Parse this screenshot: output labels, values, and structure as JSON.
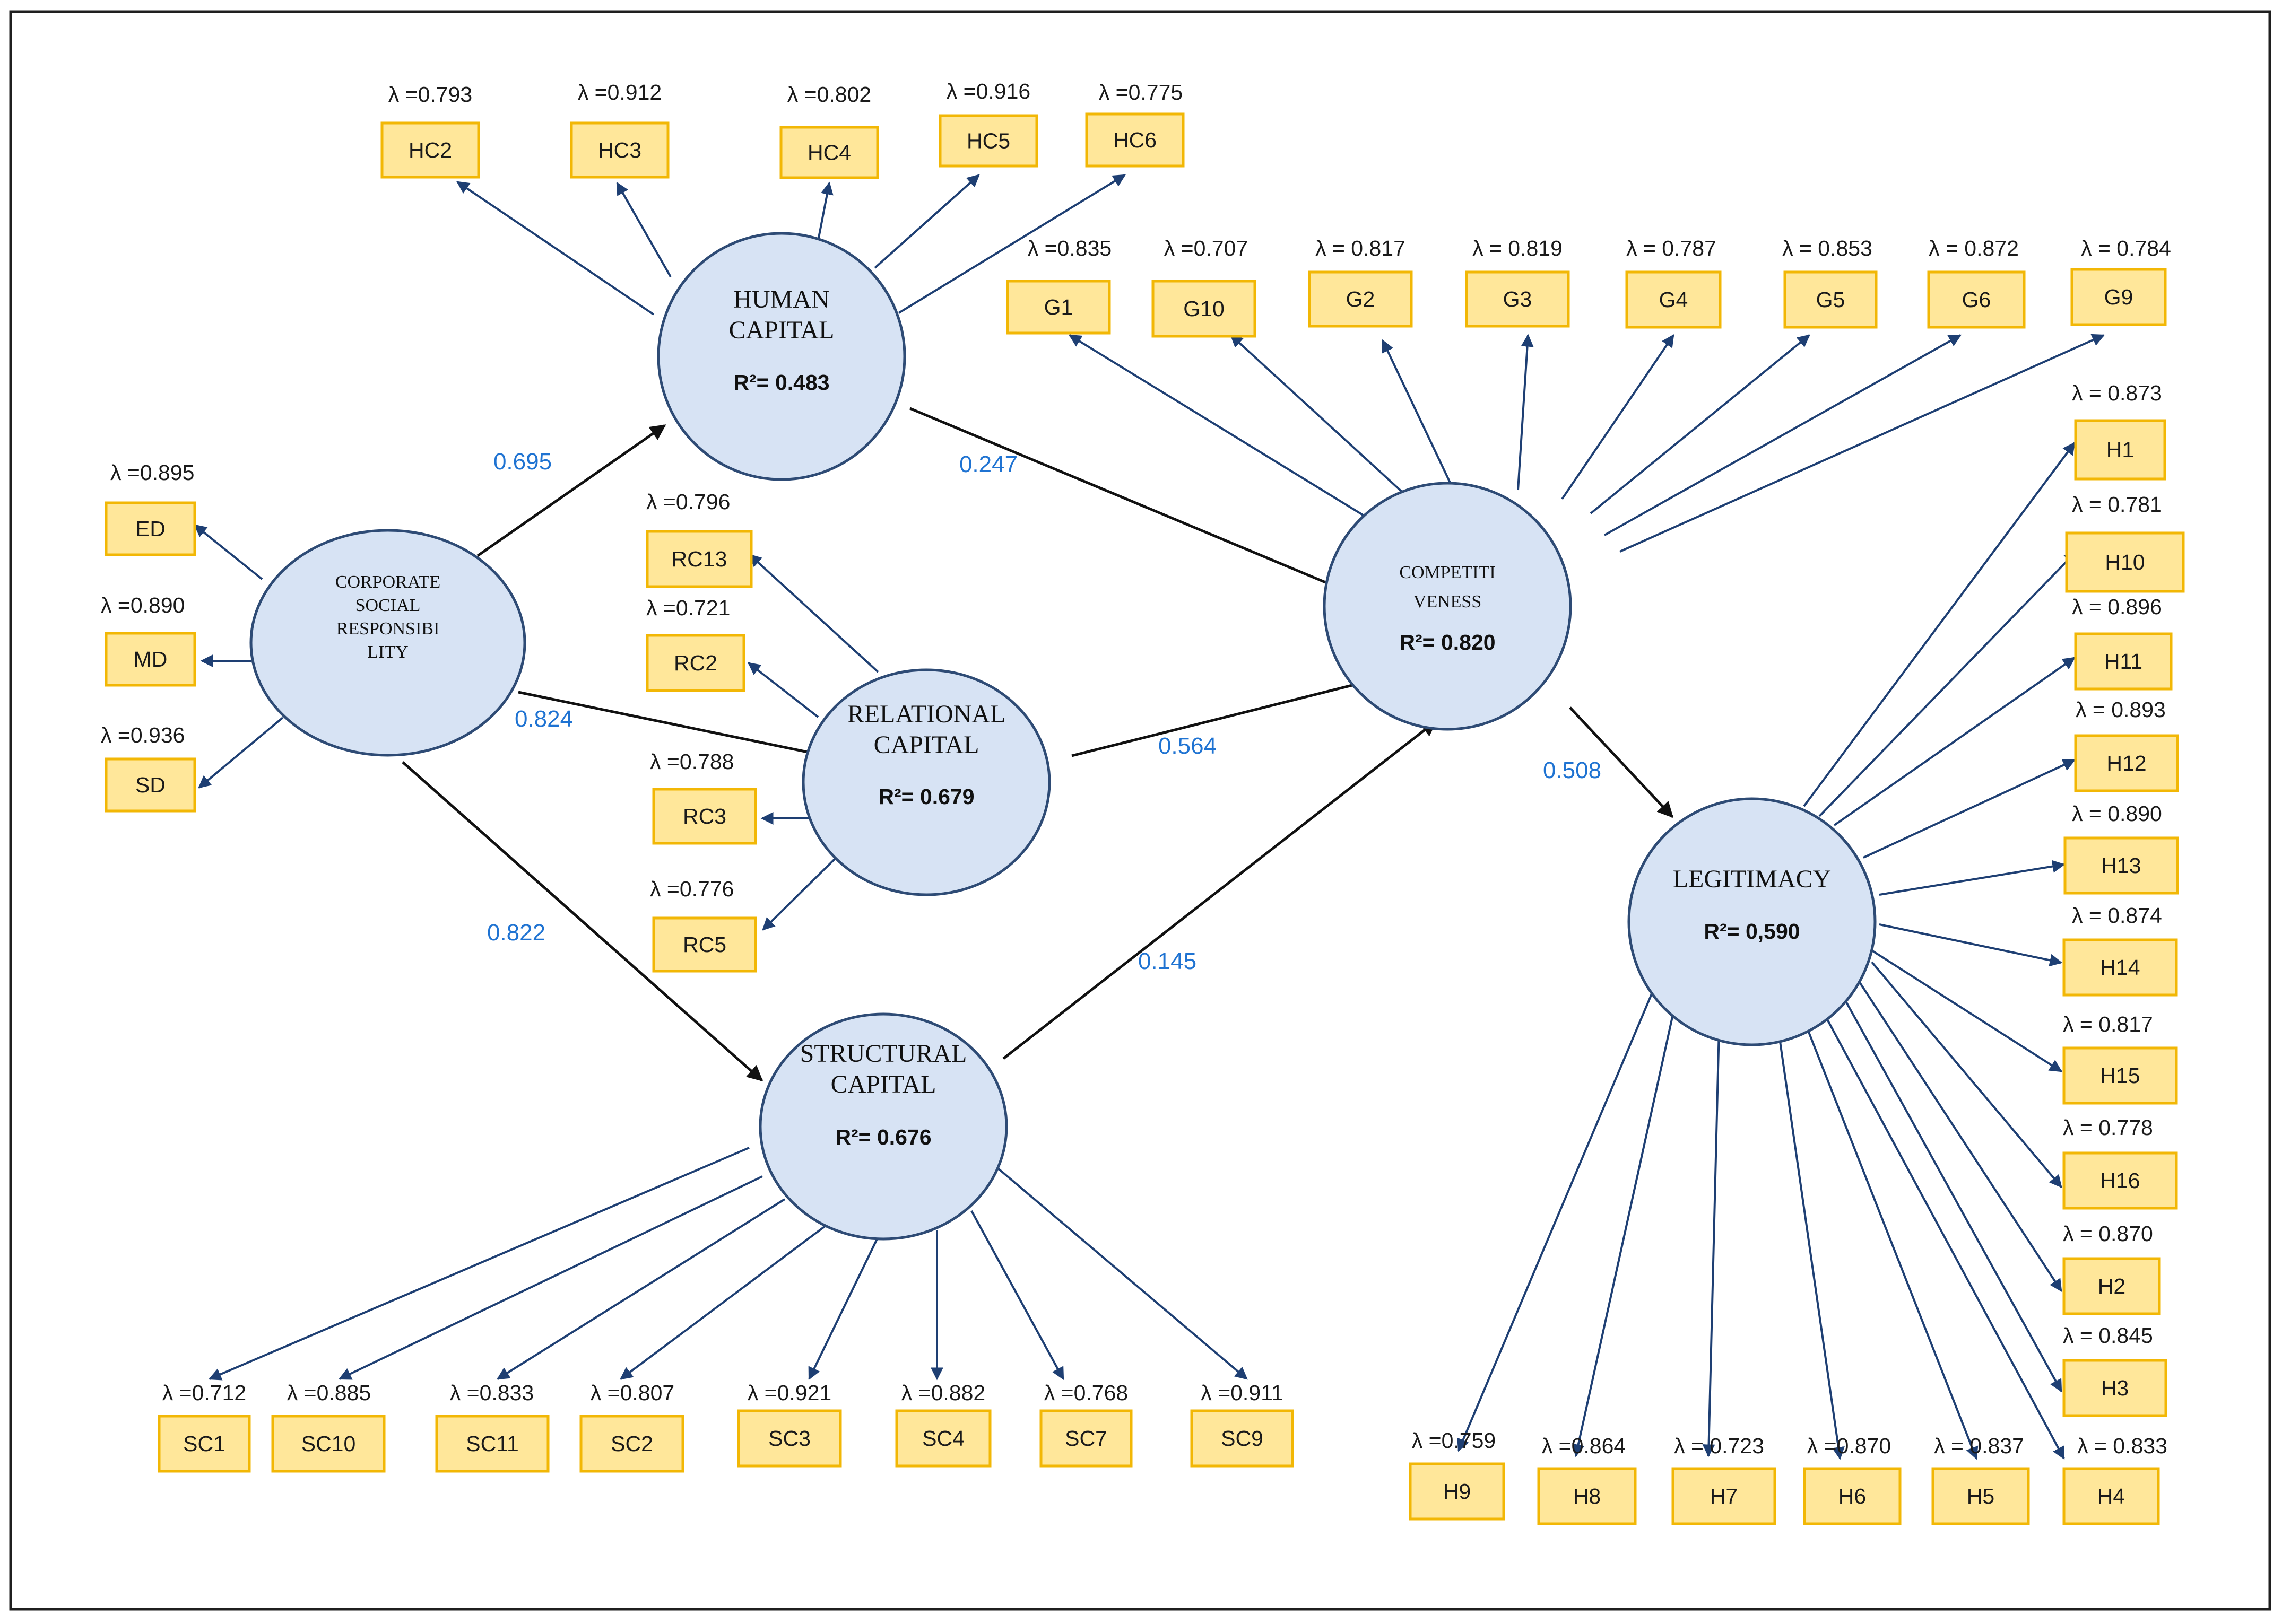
{
  "diagram": {
    "constructs": [
      {
        "id": "csr",
        "name_lines": [
          "CORPORATE",
          "SOCIAL",
          "RESPONSIBI",
          "LITY"
        ],
        "r2": ""
      },
      {
        "id": "hc",
        "name_lines": [
          "HUMAN",
          "CAPITAL"
        ],
        "r2": "R²= 0.483"
      },
      {
        "id": "rc",
        "name_lines": [
          "RELATIONAL",
          "CAPITAL"
        ],
        "r2": "R²= 0.679"
      },
      {
        "id": "sc",
        "name_lines": [
          "STRUCTURAL",
          "CAPITAL"
        ],
        "r2": "R²= 0.676"
      },
      {
        "id": "comp",
        "name_lines": [
          "COMPETITI",
          "VENESS"
        ],
        "r2": "R²= 0.820"
      },
      {
        "id": "leg",
        "name_lines": [
          "LEGITIMACY"
        ],
        "r2": "R²= 0,590"
      }
    ],
    "paths": [
      {
        "from": "csr",
        "to": "hc",
        "coef": "0.695"
      },
      {
        "from": "csr",
        "to": "rc",
        "coef": "0.824"
      },
      {
        "from": "csr",
        "to": "sc",
        "coef": "0.822"
      },
      {
        "from": "hc",
        "to": "comp",
        "coef": "0.247"
      },
      {
        "from": "rc",
        "to": "comp",
        "coef": "0.564"
      },
      {
        "from": "sc",
        "to": "comp",
        "coef": "0.145"
      },
      {
        "from": "comp",
        "to": "leg",
        "coef": "0.508"
      }
    ],
    "indicators": [
      {
        "construct": "csr",
        "label": "ED",
        "lambda": "λ =0.895"
      },
      {
        "construct": "csr",
        "label": "MD",
        "lambda": "λ =0.890"
      },
      {
        "construct": "csr",
        "label": "SD",
        "lambda": "λ =0.936"
      },
      {
        "construct": "hc",
        "label": "HC2",
        "lambda": "λ =0.793"
      },
      {
        "construct": "hc",
        "label": "HC3",
        "lambda": "λ =0.912"
      },
      {
        "construct": "hc",
        "label": "HC4",
        "lambda": "λ =0.802"
      },
      {
        "construct": "hc",
        "label": "HC5",
        "lambda": "λ =0.916"
      },
      {
        "construct": "hc",
        "label": "HC6",
        "lambda": "λ =0.775"
      },
      {
        "construct": "rc",
        "label": "RC13",
        "lambda": "λ =0.796"
      },
      {
        "construct": "rc",
        "label": "RC2",
        "lambda": "λ =0.721"
      },
      {
        "construct": "rc",
        "label": "RC3",
        "lambda": "λ =0.788"
      },
      {
        "construct": "rc",
        "label": "RC5",
        "lambda": "λ =0.776"
      },
      {
        "construct": "comp",
        "label": "G1",
        "lambda": "λ =0.835"
      },
      {
        "construct": "comp",
        "label": "G10",
        "lambda": "λ =0.707"
      },
      {
        "construct": "comp",
        "label": "G2",
        "lambda": "λ = 0.817"
      },
      {
        "construct": "comp",
        "label": "G3",
        "lambda": "λ = 0.819"
      },
      {
        "construct": "comp",
        "label": "G4",
        "lambda": "λ = 0.787"
      },
      {
        "construct": "comp",
        "label": "G5",
        "lambda": "λ = 0.853"
      },
      {
        "construct": "comp",
        "label": "G6",
        "lambda": "λ = 0.872"
      },
      {
        "construct": "comp",
        "label": "G9",
        "lambda": "λ = 0.784"
      },
      {
        "construct": "leg",
        "label": "H1",
        "lambda": "λ = 0.873"
      },
      {
        "construct": "leg",
        "label": "H10",
        "lambda": "λ = 0.781"
      },
      {
        "construct": "leg",
        "label": "H11",
        "lambda": "λ = 0.896"
      },
      {
        "construct": "leg",
        "label": "H12",
        "lambda": "λ = 0.893"
      },
      {
        "construct": "leg",
        "label": "H13",
        "lambda": "λ = 0.890"
      },
      {
        "construct": "leg",
        "label": "H14",
        "lambda": "λ = 0.874"
      },
      {
        "construct": "leg",
        "label": "H15",
        "lambda": "λ = 0.817"
      },
      {
        "construct": "leg",
        "label": "H16",
        "lambda": "λ = 0.778"
      },
      {
        "construct": "leg",
        "label": "H2",
        "lambda": "λ = 0.870"
      },
      {
        "construct": "leg",
        "label": "H3",
        "lambda": "λ = 0.845"
      },
      {
        "construct": "leg",
        "label": "H4",
        "lambda": "λ = 0.833"
      },
      {
        "construct": "leg",
        "label": "H5",
        "lambda": "λ = 0.837"
      },
      {
        "construct": "leg",
        "label": "H6",
        "lambda": "λ =0.870"
      },
      {
        "construct": "leg",
        "label": "H7",
        "lambda": "λ = 0.723"
      },
      {
        "construct": "leg",
        "label": "H8",
        "lambda": "λ =0.864"
      },
      {
        "construct": "leg",
        "label": "H9",
        "lambda": "λ =0.759"
      },
      {
        "construct": "sc",
        "label": "SC1",
        "lambda": "λ =0.712"
      },
      {
        "construct": "sc",
        "label": "SC10",
        "lambda": "λ =0.885"
      },
      {
        "construct": "sc",
        "label": "SC11",
        "lambda": "λ =0.833"
      },
      {
        "construct": "sc",
        "label": "SC2",
        "lambda": "λ =0.807"
      },
      {
        "construct": "sc",
        "label": "SC3",
        "lambda": "λ =0.921"
      },
      {
        "construct": "sc",
        "label": "SC4",
        "lambda": "λ =0.882"
      },
      {
        "construct": "sc",
        "label": "SC7",
        "lambda": "λ =0.768"
      },
      {
        "construct": "sc",
        "label": "SC9",
        "lambda": "λ =0.911"
      }
    ]
  },
  "colors": {
    "construct_fill": "#d7e3f4",
    "construct_stroke": "#2e4b75",
    "indicator_fill": "#ffe79a",
    "indicator_stroke": "#f2b705",
    "loading_arrow": "#1e3f73",
    "path_arrow": "#111111",
    "coefficient_text": "#1f73d2"
  }
}
